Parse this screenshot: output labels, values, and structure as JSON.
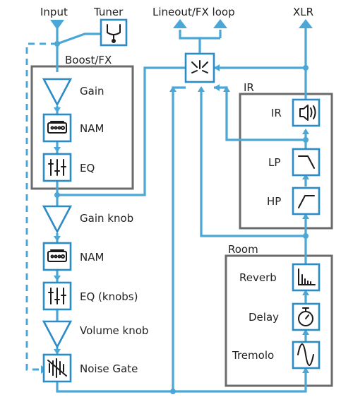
{
  "labels": {
    "input": "Input",
    "tuner": "Tuner",
    "lineout": "Lineout/FX loop",
    "xlr": "XLR",
    "boost_group": "Boost/FX",
    "ir_group": "IR",
    "room_group": "Room",
    "gain": "Gain",
    "nam1": "NAM",
    "eq1": "EQ",
    "gain_knob": "Gain knob",
    "nam2": "NAM",
    "eq_knobs": "EQ (knobs)",
    "volume_knob": "Volume knob",
    "noise_gate": "Noise Gate",
    "ir": "IR",
    "lp": "LP",
    "hp": "HP",
    "reverb": "Reverb",
    "delay": "Delay",
    "tremolo": "Tremolo"
  },
  "colors": {
    "signal": "#4aa7d6",
    "block_border": "#2a8bc6",
    "group_border": "#6b6b6b",
    "text": "#222222"
  },
  "icons": {
    "tuner": "tuning-fork-icon",
    "nam": "amp-head-icon",
    "eq": "eq-sliders-icon",
    "gain": "triangle-gain-icon",
    "noise_gate": "noise-gate-icon",
    "splitter": "signal-splitter-icon",
    "ir": "speaker-icon",
    "lp": "low-pass-icon",
    "hp": "high-pass-icon",
    "reverb": "reverb-decay-icon",
    "delay": "stopwatch-icon",
    "tremolo": "sine-wave-icon"
  }
}
